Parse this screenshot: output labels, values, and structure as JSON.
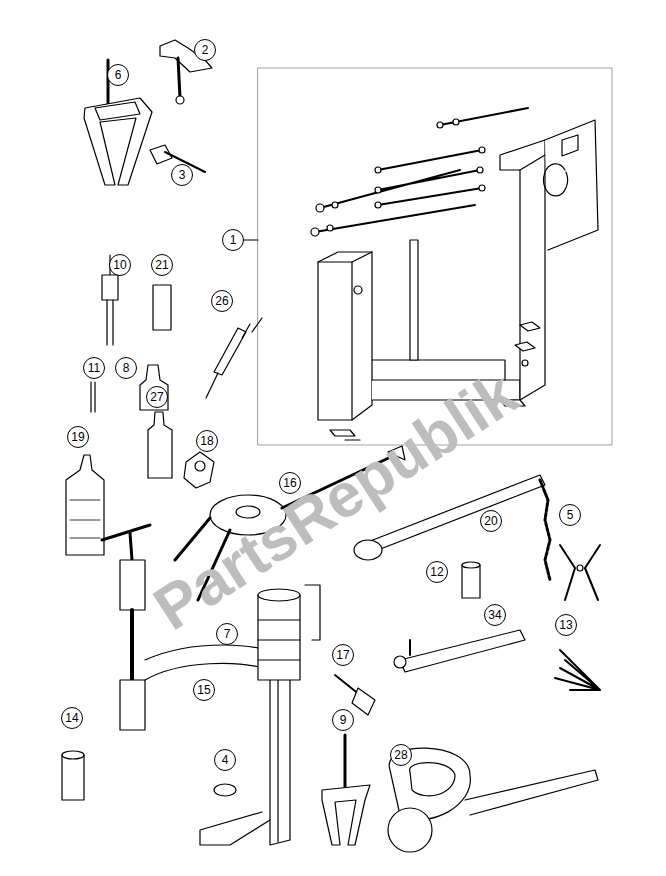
{
  "diagram": {
    "labels": [
      "6",
      "2",
      "3",
      "1",
      "10",
      "21",
      "26",
      "11",
      "8",
      "27",
      "18",
      "19",
      "16",
      "20",
      "5",
      "12",
      "7",
      "17",
      "34",
      "13",
      "14",
      "15",
      "4",
      "9",
      "28",
      "PartsRepublik"
    ]
  }
}
